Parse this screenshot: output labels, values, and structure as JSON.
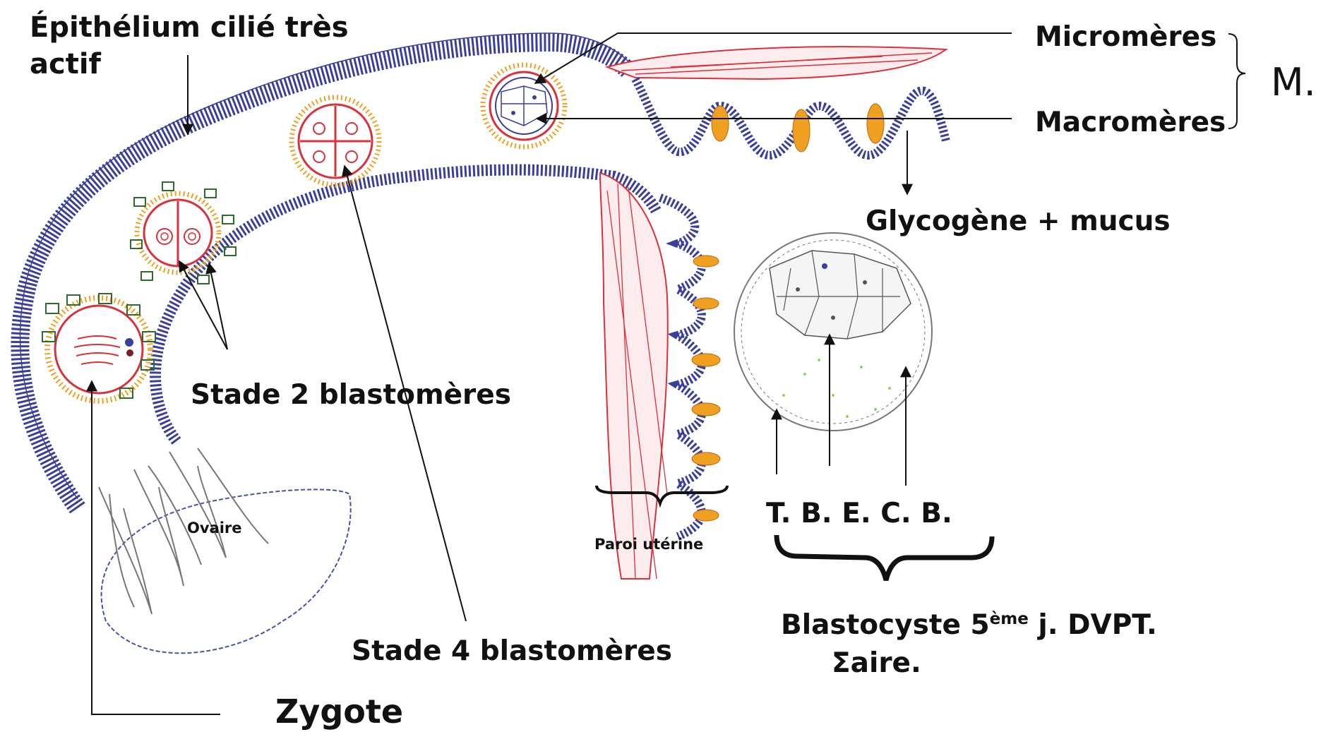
{
  "labels": {
    "epithelium_line1": "Épithélium cilié très",
    "epithelium_line2": "actif",
    "micromeres": "Micromères",
    "macromeres": "Macromères",
    "m_brace": "M.",
    "glycogene": "Glycogène + mucus",
    "stade2": "Stade 2 blastomères",
    "stade4": "Stade 4 blastomères",
    "ovaire": "Ovaire",
    "paroi": "Paroi utérine",
    "tbecb": "T. B. E. C. B.",
    "blasto_main": "Blastocyste 5",
    "blasto_sup": "ème",
    "blasto_rest": " j. DVPT.",
    "sigma_aire": "Σaire.",
    "zygote": "Zygote"
  },
  "colors": {
    "epithelium": "#3a3f9a",
    "muscle": "#d8323c",
    "zona_orange": "#f0a020",
    "glycogen": "#f0a020",
    "stroma_green": "#7dc93e",
    "follicle_green": "#2e6b2e",
    "ovary_outline": "#4a52a8",
    "fimbria": "#777777",
    "blastocyst": "#777777"
  }
}
